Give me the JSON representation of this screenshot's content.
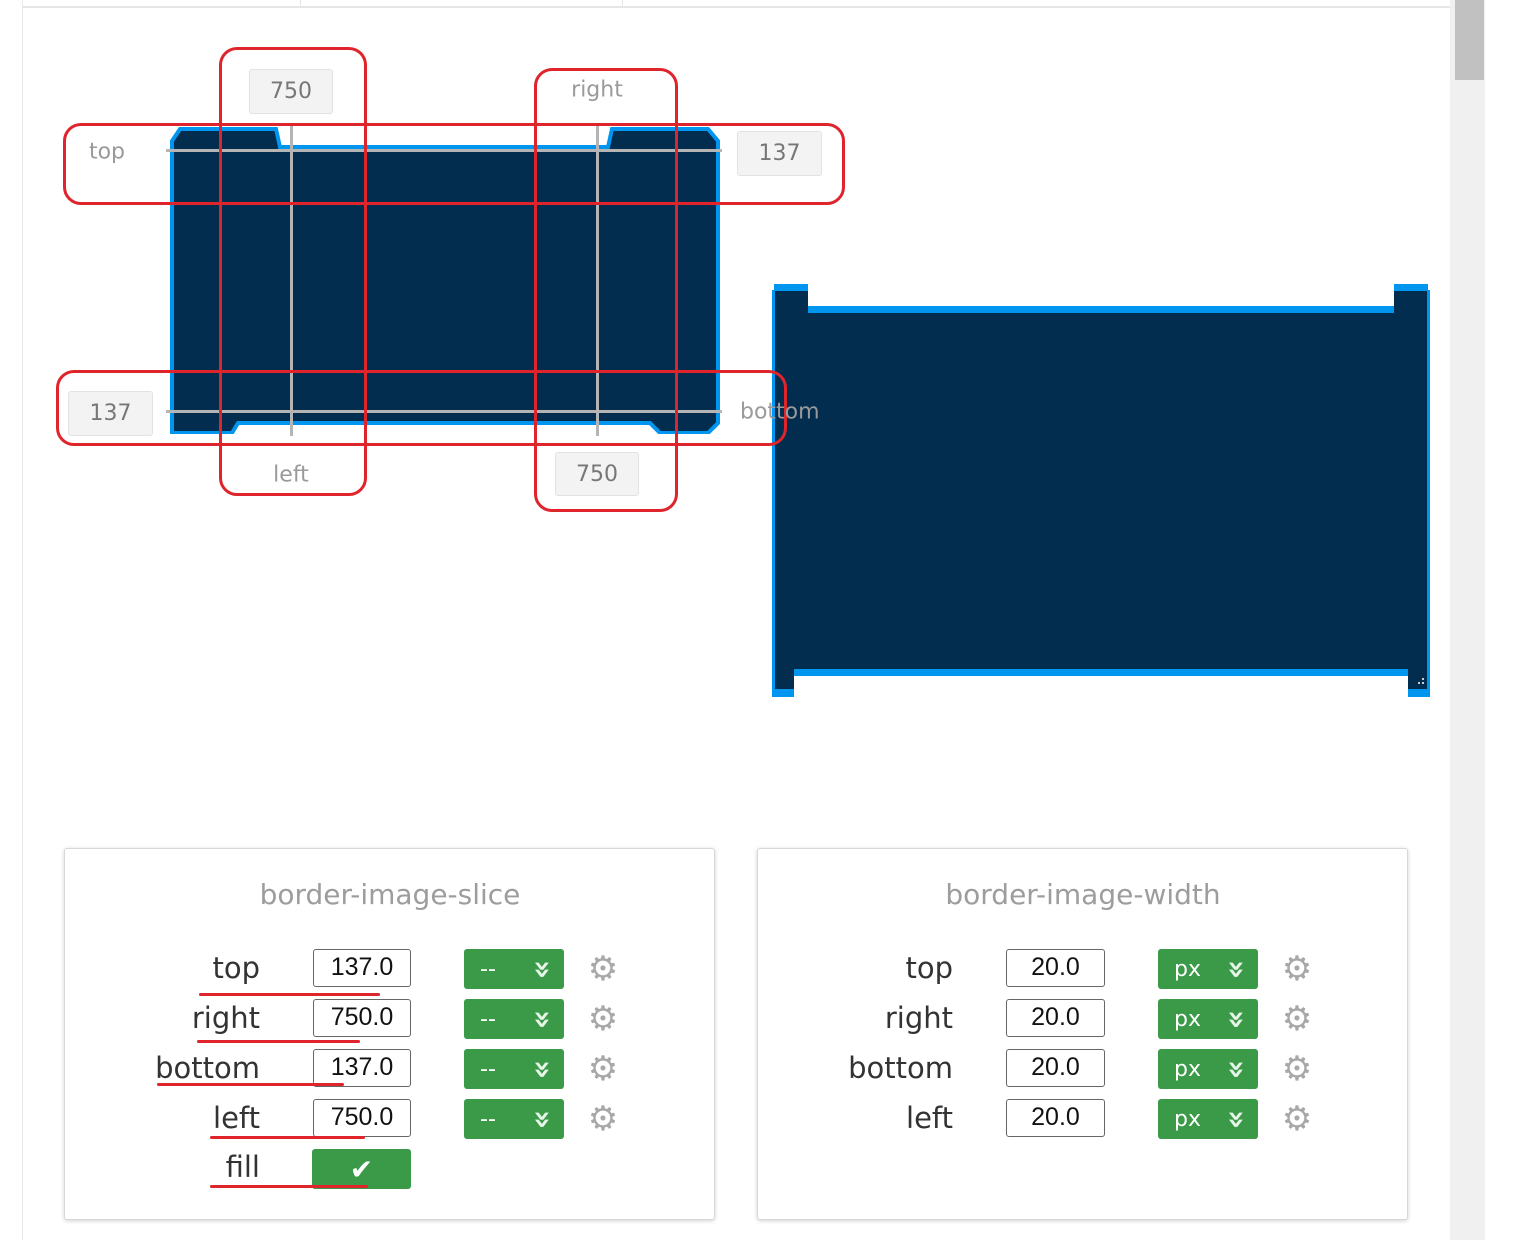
{
  "colors": {
    "dark": "#022d4f",
    "blue": "#0096f0",
    "green": "#3a9a47",
    "red": "#e0242b"
  },
  "source": {
    "labels": {
      "top": "top",
      "right": "right",
      "bottom": "bottom",
      "left": "left"
    },
    "values": {
      "top_left_slice": "750",
      "right_top": "137",
      "left_bottom": "137",
      "bottom_right": "750"
    }
  },
  "slice_panel": {
    "title": "border-image-slice",
    "rows": [
      {
        "label": "top",
        "value": "137.0",
        "unit": "--"
      },
      {
        "label": "right",
        "value": "750.0",
        "unit": "--"
      },
      {
        "label": "bottom",
        "value": "137.0",
        "unit": "--"
      },
      {
        "label": "left",
        "value": "750.0",
        "unit": "--"
      }
    ],
    "fill_label": "fill",
    "fill_checked": true,
    "fill_icon": "✔"
  },
  "width_panel": {
    "title": "border-image-width",
    "rows": [
      {
        "label": "top",
        "value": "20.0",
        "unit": "px"
      },
      {
        "label": "right",
        "value": "20.0",
        "unit": "px"
      },
      {
        "label": "bottom",
        "value": "20.0",
        "unit": "px"
      },
      {
        "label": "left",
        "value": "20.0",
        "unit": "px"
      }
    ]
  },
  "icons": {
    "chevron": "chevrons-down-icon",
    "gear": "gear-icon",
    "check": "check-icon"
  }
}
